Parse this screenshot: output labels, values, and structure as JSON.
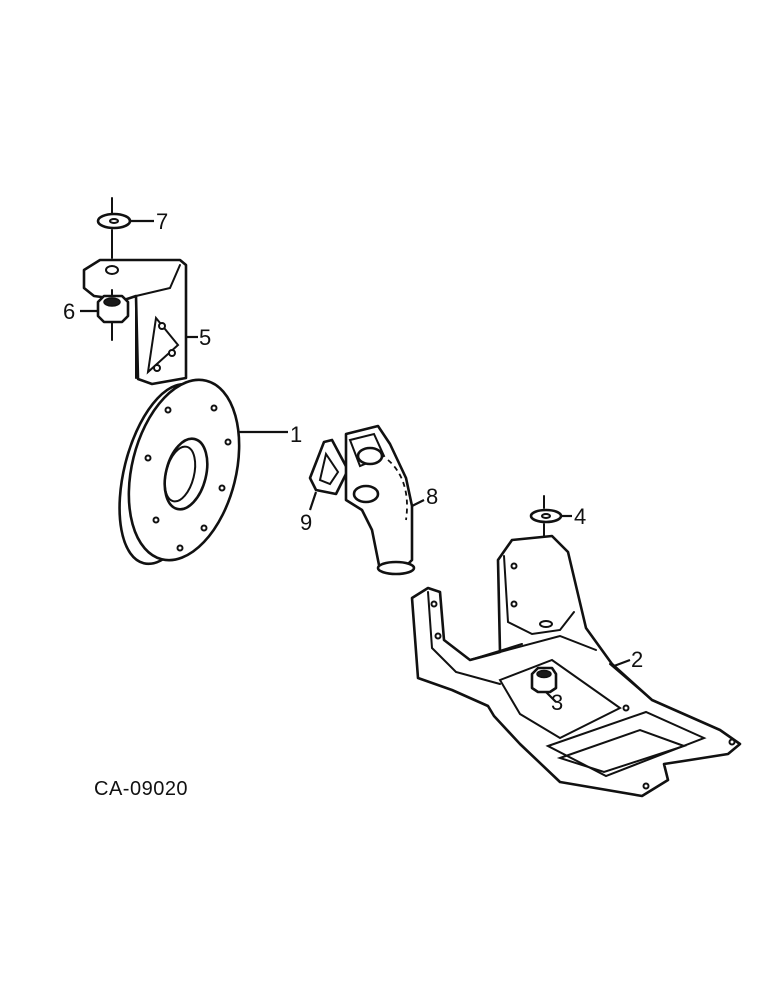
{
  "diagram": {
    "code": "CA-09020",
    "callouts": {
      "c1": "1",
      "c2": "2",
      "c3": "3",
      "c4": "4",
      "c5": "5",
      "c6": "6",
      "c7": "7",
      "c8": "8",
      "c9": "9"
    }
  }
}
